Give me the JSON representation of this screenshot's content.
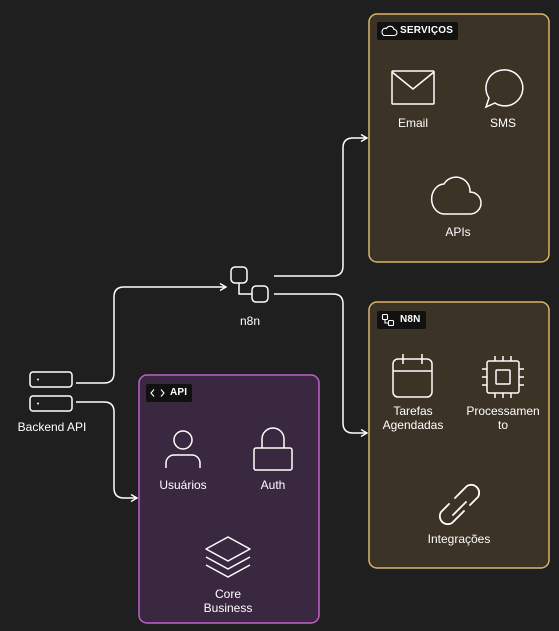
{
  "colors": {
    "background": "#1f1f1f",
    "services_border": "#d9b56a",
    "services_fill": "#3a3326",
    "n8n_border": "#d9b56a",
    "n8n_fill": "#3a3326",
    "api_border": "#c25fcf",
    "api_fill": "#3a2840",
    "stroke": "#ffffff"
  },
  "nodes": {
    "backend": "Backend API",
    "n8n": "n8n"
  },
  "groups": {
    "servicos": {
      "title": "SERVIÇOS",
      "icon": "cloud-icon",
      "items": {
        "email": "Email",
        "sms": "SMS",
        "apis": "APIs"
      }
    },
    "n8n_group": {
      "title": "N8N",
      "icon": "workflow-icon",
      "items": {
        "tarefas_1": "Tarefas",
        "tarefas_2": "Agendadas",
        "processamento_1": "Processamen",
        "processamento_2": "to",
        "integracoes": "Integrações"
      }
    },
    "api": {
      "title": "API",
      "icon": "code-icon",
      "items": {
        "usuarios": "Usuários",
        "auth": "Auth",
        "core_1": "Core",
        "core_2": "Business"
      }
    }
  }
}
